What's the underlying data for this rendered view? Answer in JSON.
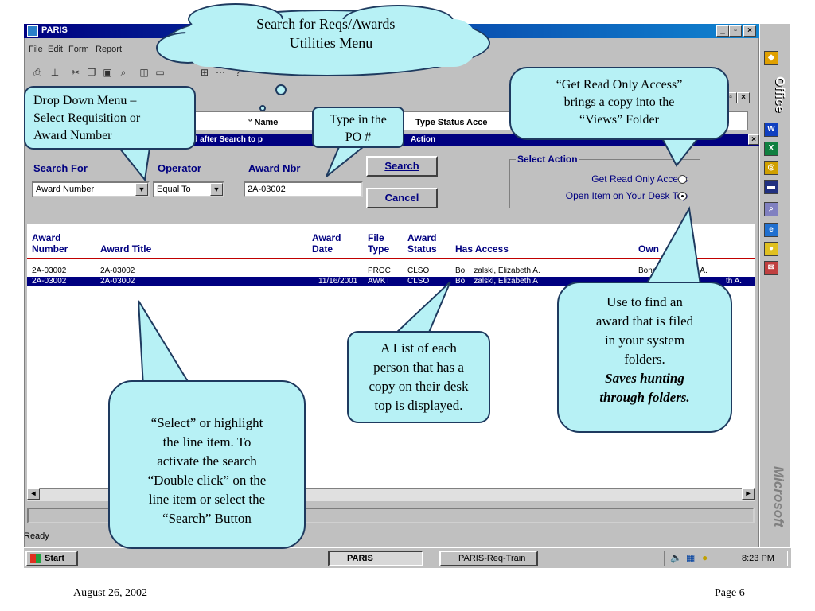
{
  "window": {
    "title": "PARIS"
  },
  "menu": [
    "File",
    "Edit",
    "Form",
    "Report"
  ],
  "dialog": {
    "title_fragment_left": "und after Search to p",
    "title_fragment_right": "Action",
    "partial_x": "x"
  },
  "background_grid_headers": {
    "name": "Name",
    "type_status": "Type Status Acce"
  },
  "search": {
    "search_for_label": "Search For",
    "operator_label": "Operator",
    "award_nbr_label": "Award Nbr",
    "search_for_value": "Award Number",
    "operator_value": "Equal To",
    "award_nbr_value": "2A-03002",
    "search_button": "Search",
    "cancel_button": "Cancel"
  },
  "select_action": {
    "label": "Select Action",
    "option_read_only": "Get Read Only Access",
    "option_open": "Open Item on Your Desk Top",
    "selected": "Open Item on Your Desk Top"
  },
  "grid": {
    "headers": {
      "award_number": [
        "Award",
        "Number"
      ],
      "award_title": "Award Title",
      "award_date": [
        "Award",
        "Date"
      ],
      "file_type": [
        "File",
        "Type"
      ],
      "award_status": [
        "Award",
        "Status"
      ],
      "has_access": "Has Access",
      "owned_by": "Own      y"
    },
    "rows": [
      {
        "number": "2A-03002",
        "title": "2A-03002",
        "date": "",
        "type": "PROC",
        "status": "CLSO",
        "access": "Bo    zalski, Elizabeth A.",
        "owner": "Bonc        zabeth A."
      },
      {
        "number": "2A-03002",
        "title": "2A-03002",
        "date": "11/16/2001",
        "type": "AWKT",
        "status": "CLSO",
        "access": "Bo    zalski, Elizabeth A",
        "owner": "th A."
      }
    ]
  },
  "status_bar": "Ready",
  "taskbar": {
    "start": "Start",
    "paris": "PARIS",
    "paris_train": "PARIS-Req-Train",
    "clock": "8:23 PM"
  },
  "officebar": {
    "office": "Office",
    "microsoft": "Microsoft"
  },
  "callouts": {
    "cloud": [
      "Search for Reqs/Awards –",
      "Utilities Menu"
    ],
    "dropdown": [
      "Drop Down Menu –",
      "Select Requisition or",
      "Award Number"
    ],
    "po": [
      "Type in the",
      "PO #"
    ],
    "read_only": [
      "“Get Read Only Access”",
      "brings  a copy into the",
      "“Views” Folder"
    ],
    "find_award": [
      "Use to find an",
      "award that is filed",
      "in your system",
      "folders."
    ],
    "find_award_emph": [
      "Saves hunting",
      "through folders."
    ],
    "list": [
      "A List of  each",
      "person that has a",
      "copy on their desk",
      "top is displayed."
    ],
    "select": [
      "“Select” or highlight",
      "the line item.  To",
      "activate the search",
      "“Double click” on the",
      "line item or select the",
      "“Search” Button"
    ]
  },
  "footer": {
    "date": "August 26, 2002",
    "page": "Page 6"
  }
}
